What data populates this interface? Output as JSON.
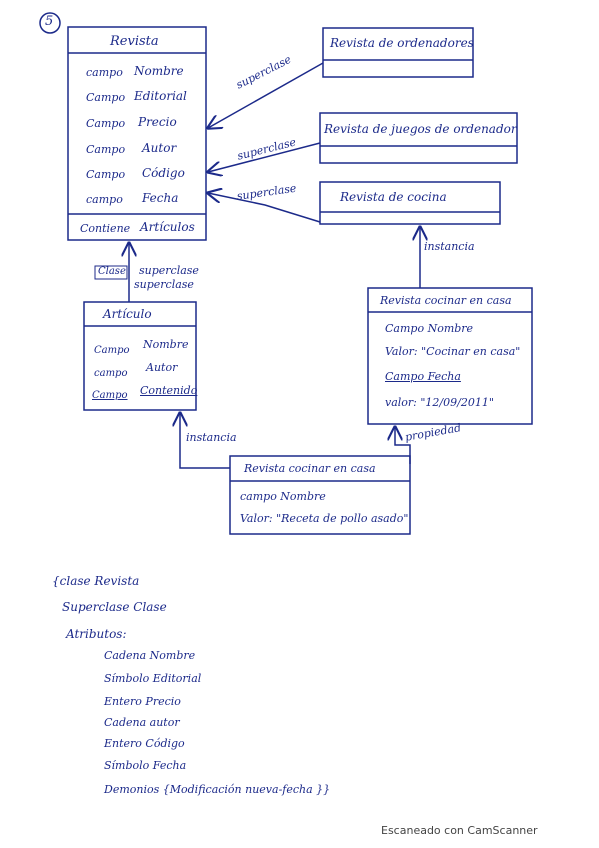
{
  "page_number": "5",
  "revista": {
    "title": "Revista",
    "attributes": [
      {
        "kind": "campo",
        "name": "Nombre"
      },
      {
        "kind": "Campo",
        "name": "Editorial"
      },
      {
        "kind": "Campo",
        "name": "Precio"
      },
      {
        "kind": "Campo",
        "name": "Autor"
      },
      {
        "kind": "Campo",
        "name": "Código"
      },
      {
        "kind": "campo",
        "name": "Fecha"
      }
    ],
    "relation": {
      "kind": "Contiene",
      "name": "Artículos"
    }
  },
  "subclasses": [
    {
      "title": "Revista de ordenadores",
      "edge_label": "superclase"
    },
    {
      "title": "Revista de juegos de ordenador",
      "edge_label": "superclase"
    },
    {
      "title": "Revista de cocina",
      "edge_label": "superclase"
    }
  ],
  "articulo": {
    "title": "Artículo",
    "attributes": [
      {
        "kind": "Campo",
        "name": "Nombre"
      },
      {
        "kind": "campo",
        "name": "Autor"
      },
      {
        "kind": "Campo",
        "name": "Contenido"
      }
    ],
    "edge_labels": [
      "Clase",
      "superclase",
      "superclase"
    ]
  },
  "instance_cocinar": {
    "title": "Revista cocinar en casa",
    "edge_label": "instancia",
    "rows": [
      "Campo Nombre",
      "Valor: \"Cocinar en casa\"",
      "Campo Fecha",
      "valor: \"12/09/2011\""
    ]
  },
  "instance_receta": {
    "title": "Revista cocinar en casa",
    "edge_label_left": "instancia",
    "edge_label_right": "propiedad",
    "rows": [
      "campo Nombre",
      "Valor: \"Receta de pollo asado\""
    ]
  },
  "notes": [
    "{clase Revista",
    "Superclase Clase",
    "Atributos:",
    "Cadena Nombre",
    "Símbolo Editorial",
    "Entero Precio",
    "Cadena autor",
    "Entero Código",
    "Símbolo Fecha",
    "Demonios {Modificación nueva-fecha }}"
  ],
  "footer": "Escaneado con CamScanner"
}
